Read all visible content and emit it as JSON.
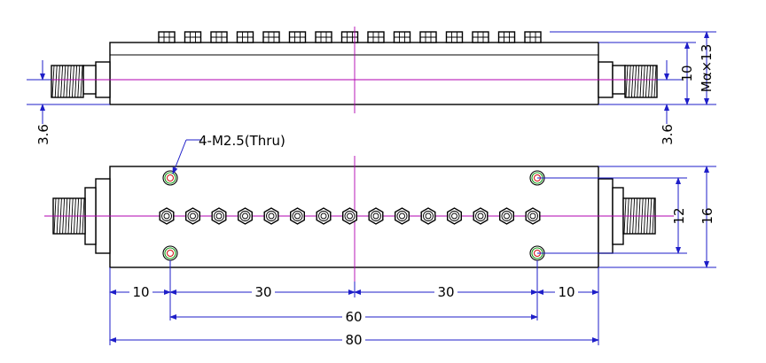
{
  "drawing": {
    "labels": {
      "hole_callout": "4-M2.5(Thru)",
      "side_height": "10",
      "side_mount_height": "Mα×13",
      "connector_offset_left": "3.6",
      "connector_offset_right": "3.6",
      "hole_spacing_vertical": "12",
      "body_width": "16",
      "edge_offset_left": "10",
      "hole_to_center_left": "30",
      "hole_to_center_right": "30",
      "edge_offset_right": "10",
      "hole_spacing_horizontal": "60",
      "overall_length": "80"
    },
    "colors": {
      "outline": "#000000",
      "dimension": "#1e1ec8",
      "centerline": "#b000b0",
      "hole_ring": "#1a9a1a",
      "hole_mark": "#d01010"
    },
    "tuning_screw_count": 15,
    "mounting_hole_count": 4
  }
}
